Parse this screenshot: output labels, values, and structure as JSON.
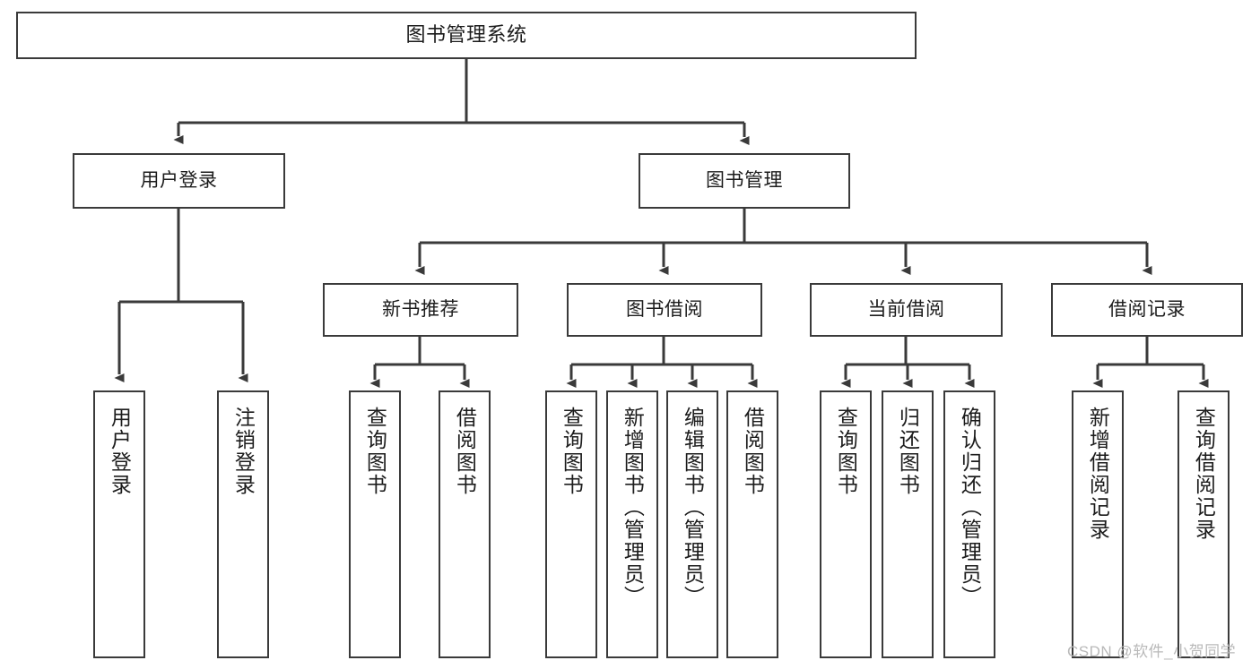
{
  "diagram": {
    "type": "hierarchy-tree",
    "title": "图书管理系统",
    "watermark": "CSDN @软件_小贺同学",
    "colors": {
      "background": "#ffffff",
      "node_border": "#3a3a3a",
      "node_fill": "#ffffff",
      "edge": "#3a3a3a",
      "text": "#1c1c1c",
      "watermark": "#b9b9b9"
    },
    "levels": [
      {
        "level": 0,
        "nodes": [
          {
            "id": "root",
            "label": "图书管理系统",
            "orientation": "horizontal"
          }
        ]
      },
      {
        "level": 1,
        "nodes": [
          {
            "id": "user-login",
            "label": "用户登录",
            "orientation": "horizontal",
            "parent": "root"
          },
          {
            "id": "book-manage",
            "label": "图书管理",
            "orientation": "horizontal",
            "parent": "root"
          }
        ]
      },
      {
        "level": 2,
        "nodes": [
          {
            "id": "new-book-rec",
            "label": "新书推荐",
            "orientation": "horizontal",
            "parent": "book-manage"
          },
          {
            "id": "book-borrow",
            "label": "图书借阅",
            "orientation": "horizontal",
            "parent": "book-manage"
          },
          {
            "id": "current-borrow",
            "label": "当前借阅",
            "orientation": "horizontal",
            "parent": "book-manage"
          },
          {
            "id": "borrow-record",
            "label": "借阅记录",
            "orientation": "horizontal",
            "parent": "book-manage"
          }
        ]
      },
      {
        "level": 3,
        "nodes": [
          {
            "id": "leaf-user-login",
            "label": "用户登录",
            "orientation": "vertical",
            "parent": "user-login"
          },
          {
            "id": "leaf-logout",
            "label": "注销登录",
            "orientation": "vertical",
            "parent": "user-login"
          },
          {
            "id": "leaf-query-book-rec",
            "label": "查询图书",
            "orientation": "vertical",
            "parent": "new-book-rec"
          },
          {
            "id": "leaf-borrow-book-rec",
            "label": "借阅图书",
            "orientation": "vertical",
            "parent": "new-book-rec"
          },
          {
            "id": "leaf-query-book-borrow",
            "label": "查询图书",
            "orientation": "vertical",
            "parent": "book-borrow"
          },
          {
            "id": "leaf-add-book",
            "label": "新增图书（管理员）",
            "orientation": "vertical",
            "parent": "book-borrow"
          },
          {
            "id": "leaf-edit-book",
            "label": "编辑图书（管理员）",
            "orientation": "vertical",
            "parent": "book-borrow"
          },
          {
            "id": "leaf-borrow-book",
            "label": "借阅图书",
            "orientation": "vertical",
            "parent": "book-borrow"
          },
          {
            "id": "leaf-query-book-current",
            "label": "查询图书",
            "orientation": "vertical",
            "parent": "current-borrow"
          },
          {
            "id": "leaf-return-book",
            "label": "归还图书",
            "orientation": "vertical",
            "parent": "current-borrow"
          },
          {
            "id": "leaf-confirm-return",
            "label": "确认归还（管理员）",
            "orientation": "vertical",
            "parent": "current-borrow"
          },
          {
            "id": "leaf-add-record",
            "label": "新增借阅记录",
            "orientation": "vertical",
            "parent": "borrow-record"
          },
          {
            "id": "leaf-query-record",
            "label": "查询借阅记录",
            "orientation": "vertical",
            "parent": "borrow-record"
          }
        ]
      }
    ]
  }
}
